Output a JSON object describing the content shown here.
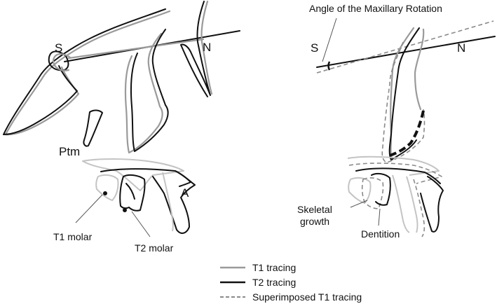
{
  "left_panel": {
    "label_s": "S",
    "label_n": "N",
    "label_ptm": "Ptm",
    "label_a": "A",
    "label_t1_molar": "T1 molar",
    "label_t2_molar": "T2 molar"
  },
  "right_panel": {
    "label_angle": "Angle of the Maxillary Rotation",
    "label_s": "S",
    "label_n": "N",
    "label_skeletal_growth": [
      "Skeletal",
      "growth"
    ],
    "label_dentition": "Dentition"
  },
  "legend": [
    {
      "label": "T1 tracing",
      "style": "solid",
      "color": "#9a9a9a"
    },
    {
      "label": "T2 tracing",
      "style": "solid",
      "color": "#111111"
    },
    {
      "label": "Superimposed T1 tracing",
      "style": "dashed",
      "color": "#8a8a8a"
    }
  ]
}
